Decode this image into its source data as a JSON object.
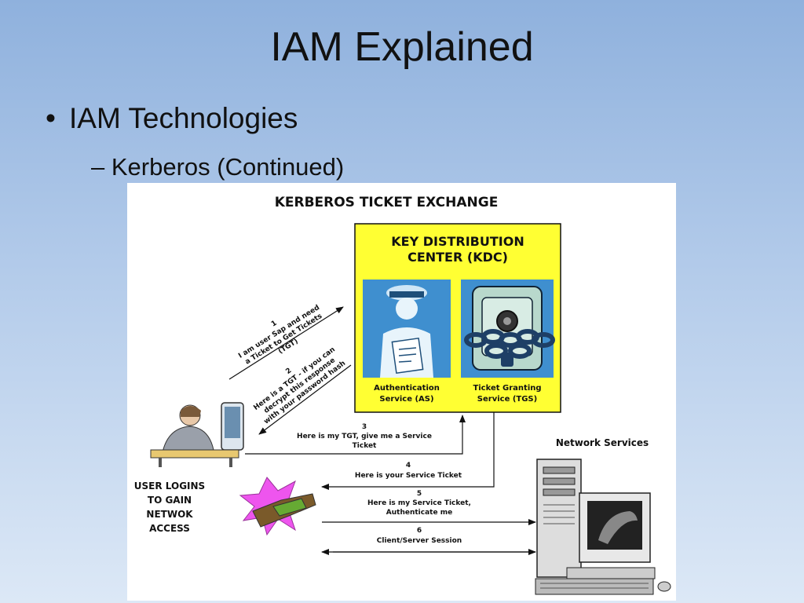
{
  "slide": {
    "title": "IAM Explained",
    "bullet": "IAM Technologies",
    "sub_bullet": "– Kerberos (Continued)"
  },
  "diagram": {
    "heading": "KERBEROS TICKET EXCHANGE",
    "kdc_title_line1": "KEY DISTRIBUTION",
    "kdc_title_line2": "CENTER (KDC)",
    "as_label_line1": "Authentication",
    "as_label_line2": "Service (AS)",
    "tgs_label_line1": "Ticket Granting",
    "tgs_label_line2": "Service (TGS)",
    "network_services": "Network Services",
    "user_label": [
      "USER LOGINS",
      "TO GAIN",
      "NETWOK",
      "ACCESS"
    ],
    "msg1": {
      "num": "1",
      "line1": "I am user Sap and need",
      "line2": "a Ticket to Get Tickets",
      "line3": "(TGT)"
    },
    "msg2": {
      "num": "2",
      "line1": "Here is a TGT - if you can",
      "line2": "decrypt this response",
      "line3": "with your password hash"
    },
    "msg3": {
      "num": "3",
      "line1": "Here is my TGT, give me a Service",
      "line2": "Ticket"
    },
    "msg4": {
      "num": "4",
      "line1": "Here is your Service Ticket"
    },
    "msg5": {
      "num": "5",
      "line1": "Here is my Service Ticket,",
      "line2": "Authenticate me"
    },
    "msg6": {
      "num": "6",
      "line1": "Client/Server Session"
    },
    "colors": {
      "kdc_fill": "#ffff33",
      "as_fill": "#3f8fcf",
      "tgs_fill": "#3f8fcf",
      "burst": "#ee55ee"
    }
  }
}
